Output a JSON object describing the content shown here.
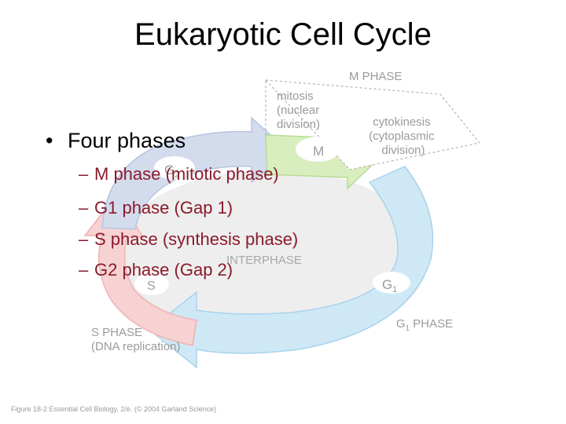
{
  "slide": {
    "title": "Eukaryotic Cell Cycle",
    "bullet": "Four phases",
    "bullet_marker": "•",
    "dash": "–",
    "subitems": [
      "M phase (mitotic phase)",
      "G1 phase (Gap 1)",
      "S phase (synthesis phase)",
      "G2 phase (Gap 2)"
    ]
  },
  "figure": {
    "m_phase": "M PHASE",
    "mitosis": [
      "mitosis",
      "(nuclear",
      "division)"
    ],
    "cytokinesis": [
      "cytokinesis",
      "(cytoplasmic",
      "division)"
    ],
    "m_badge": "M",
    "g2_badge": "G",
    "g2_sub": "2",
    "g1_badge": "G",
    "g1_sub": "1",
    "s_badge": "S",
    "interphase": "INTERPHASE",
    "g1_phase": "PHASE",
    "g1_phase_letter": "G",
    "g1_phase_sub": "1",
    "s_phase": "S PHASE",
    "s_phase_note": "(DNA replication)",
    "caption": "Figure 18-2  Essential Cell Biology, 2/e. (© 2004 Garland Science)"
  },
  "colors": {
    "title": "#000000",
    "subitem_text": "#8b1a2b",
    "g1_arrow": "#cfe8f6",
    "s_arrow": "#f7d2d2",
    "g2_arrow": "#d3dced",
    "m_arrow": "#d9eebe",
    "label_gray": "#9a9a9a"
  }
}
